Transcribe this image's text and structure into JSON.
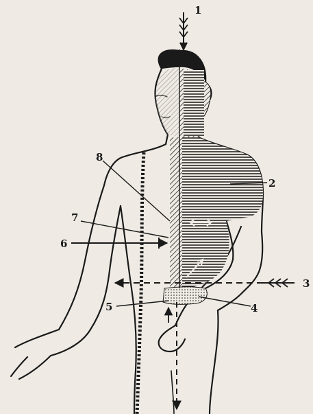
{
  "figure": {
    "labels": [
      {
        "id": "1",
        "text": "1"
      },
      {
        "id": "2",
        "text": "2"
      },
      {
        "id": "3",
        "text": "3"
      },
      {
        "id": "4",
        "text": "4"
      },
      {
        "id": "5",
        "text": "5"
      },
      {
        "id": "6",
        "text": "6"
      },
      {
        "id": "7",
        "text": "7"
      },
      {
        "id": "8",
        "text": "8"
      }
    ]
  },
  "colors": {
    "paper": "#efebe4",
    "ink": "#1a1a1a"
  }
}
